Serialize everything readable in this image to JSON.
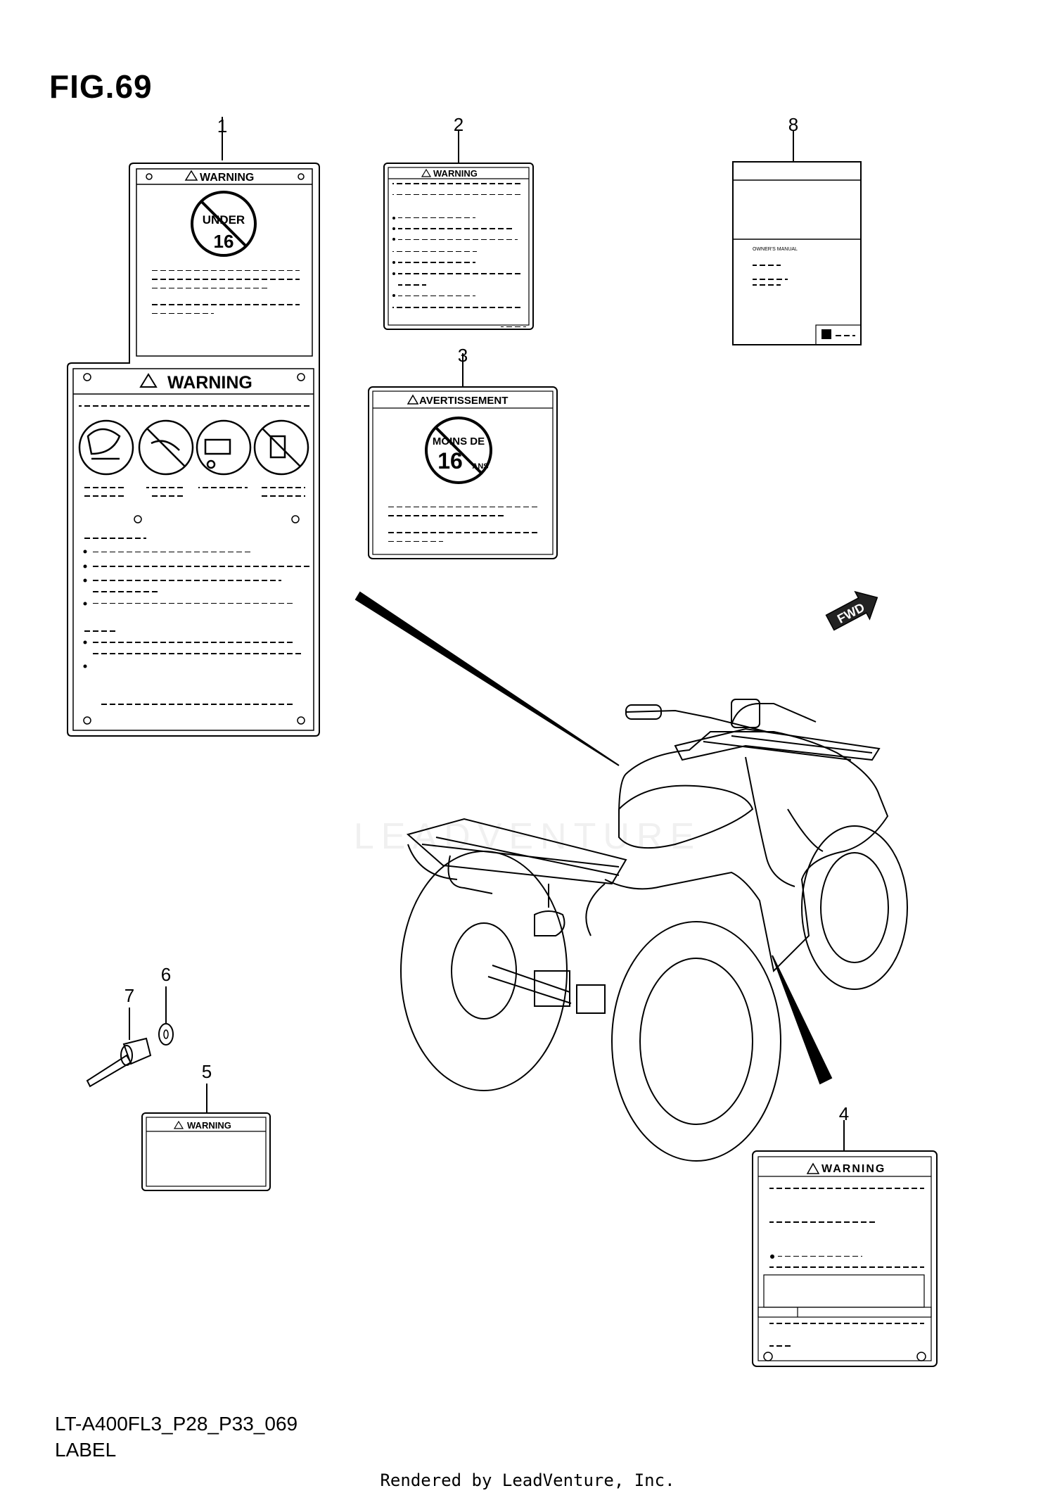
{
  "figure": {
    "title": "FIG.69"
  },
  "callouts": [
    "1",
    "2",
    "8",
    "3",
    "7",
    "6",
    "5",
    "4"
  ],
  "labels": {
    "warning": "WARNING",
    "under16_line1": "UNDER",
    "under16_line2": "16",
    "avertissement": "AVERTISSEMENT",
    "moins_de_line1": "MOINS DE",
    "moins_de_line2": "16",
    "moins_de_line3": "ANS",
    "manual_title": "OWNER'S MANUAL",
    "fwd": "FWD"
  },
  "watermark": "LEADVENTURE",
  "footer": {
    "model_code": "LT-A400FL3_P28_P33_069",
    "section": "LABEL",
    "rendered_by": "Rendered by LeadVenture, Inc."
  }
}
